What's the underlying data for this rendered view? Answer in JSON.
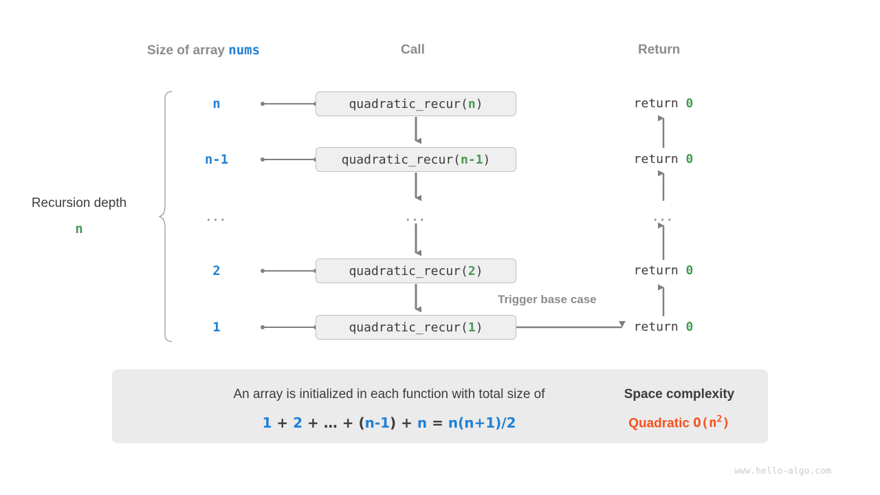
{
  "headers": {
    "size": {
      "prefix": "Size of array ",
      "code": "nums"
    },
    "call": "Call",
    "return": "Return"
  },
  "left_label": {
    "title": "Recursion depth",
    "value": "n"
  },
  "rows": [
    {
      "size": "n",
      "call_name": "quadratic_recur",
      "call_arg": "n",
      "return_kw": "return",
      "return_val": "0"
    },
    {
      "size": "n-1",
      "call_name": "quadratic_recur",
      "call_arg": "n-1",
      "return_kw": "return",
      "return_val": "0"
    },
    {
      "size": "...",
      "call_name": "...",
      "call_arg": "",
      "return_kw": "...",
      "return_val": ""
    },
    {
      "size": "2",
      "call_name": "quadratic_recur",
      "call_arg": "2",
      "return_kw": "return",
      "return_val": "0"
    },
    {
      "size": "1",
      "call_name": "quadratic_recur",
      "call_arg": "1",
      "return_kw": "return",
      "return_val": "0"
    }
  ],
  "note": "Trigger base case",
  "summary": {
    "text": "An array is initialized in each function with total size of",
    "formula": {
      "t1": "1",
      "op1": "+",
      "t2": "2",
      "op2": "+",
      "t3": "…",
      "op3": "+",
      "paren_open": "(",
      "t4": "n-1",
      "paren_close": ")",
      "op4": "+",
      "t5": "n",
      "eq": "=",
      "t6": "n(n+1)/2"
    },
    "complexity_title": "Space complexity",
    "complexity_kind": "Quadratic",
    "complexity_big_o_pre": "O(n",
    "complexity_big_o_sup": "2",
    "complexity_big_o_post": ")"
  },
  "watermark": "www.hello-algo.com",
  "colors": {
    "blue": "#2081d4",
    "green": "#459a52",
    "orange": "#f4511e",
    "gray_text": "#3c3c3c",
    "gray_muted": "#8c8c8c",
    "box_fill": "#efefef",
    "box_border": "#bfbfbf",
    "summary_fill": "#ebebeb",
    "line": "#808080"
  }
}
